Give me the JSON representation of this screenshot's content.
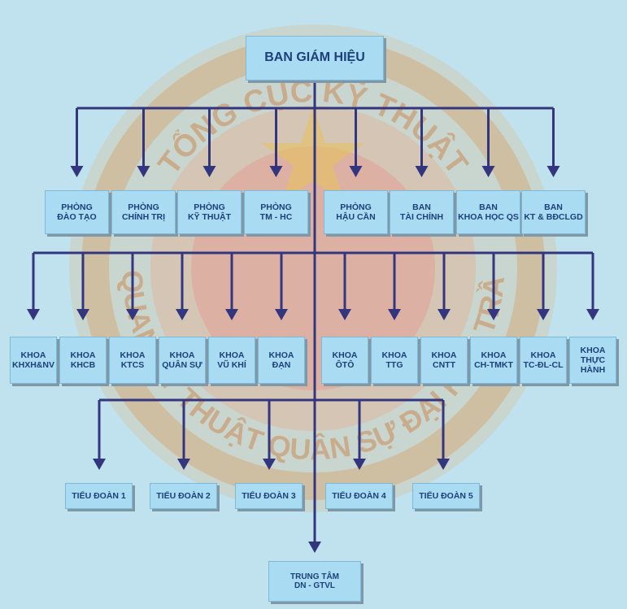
{
  "seal": {
    "text_top": "TỔNG CỤC KỸ THUẬT",
    "text_bottom": "TRƯỜNG SĨ QUAN KỸ THUẬT QUÂN SỰ ĐẠI HỌC TRẦN ĐẠI NGHĨA"
  },
  "colors": {
    "background": "#bfe2ee",
    "box_fill": "#a9dcf2",
    "text": "#1d3f7a",
    "line": "#33367f"
  },
  "org": {
    "top": {
      "line1": "BAN GIÁM HIỆU"
    },
    "row1": [
      {
        "line1": "PHÒNG",
        "line2": "ĐÀO TẠO"
      },
      {
        "line1": "PHÒNG",
        "line2": "CHÍNH TRỊ"
      },
      {
        "line1": "PHÒNG",
        "line2": "KỸ THUẬT"
      },
      {
        "line1": "PHÒNG",
        "line2": "TM - HC"
      },
      {
        "line1": "PHÒNG",
        "line2": "HẬU CẦN"
      },
      {
        "line1": "BAN",
        "line2": "TÀI CHÍNH"
      },
      {
        "line1": "BAN",
        "line2": "KHOA HỌC QS"
      },
      {
        "line1": "BAN",
        "line2": "KT & BĐCLGD"
      }
    ],
    "row2": [
      {
        "line1": "KHOA",
        "line2": "KHXH&NV"
      },
      {
        "line1": "KHOA",
        "line2": "KHCB"
      },
      {
        "line1": "KHOA",
        "line2": "KTCS"
      },
      {
        "line1": "KHOA",
        "line2": "QUÂN SỰ"
      },
      {
        "line1": "KHOA",
        "line2": "VŨ KHÍ"
      },
      {
        "line1": "KHOA",
        "line2": "ĐẠN"
      },
      {
        "line1": "KHOA",
        "line2": "ÔTÔ"
      },
      {
        "line1": "KHOA",
        "line2": "TTG"
      },
      {
        "line1": "KHOA",
        "line2": "CNTT"
      },
      {
        "line1": "KHOA",
        "line2": "CH-TMKT"
      },
      {
        "line1": "KHOA",
        "line2": "TC-ĐL-CL"
      },
      {
        "line1": "KHOA",
        "line2": "THỰC",
        "line3": "HÀNH"
      }
    ],
    "row3": [
      {
        "line1": "TIỂU ĐOÀN 1"
      },
      {
        "line1": "TIỂU ĐOÀN 2"
      },
      {
        "line1": "TIỂU ĐOÀN 3"
      },
      {
        "line1": "TIỂU ĐOÀN 4"
      },
      {
        "line1": "TIỂU ĐOÀN 5"
      }
    ],
    "bottom": {
      "line1": "TRUNG TÂM",
      "line2": "DN - GTVL"
    }
  }
}
